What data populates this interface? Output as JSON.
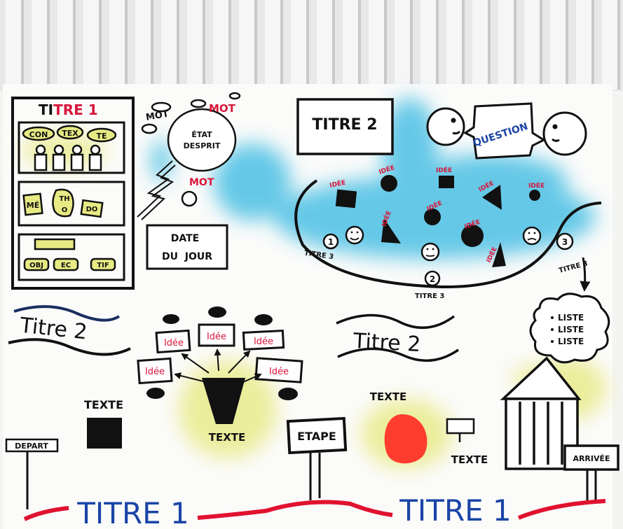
{
  "colors": {
    "ink": "#111111",
    "red": "#d8163a",
    "blue": "#1a44a6",
    "cyan": "#4cc0e4",
    "yellow": "#e7ea83",
    "paper": "#fbfbfa",
    "radiator": "#e6e6e6"
  },
  "panel_top_left": {
    "title_black": "TI",
    "title_red": "TRE 1",
    "group1": [
      "CON",
      "TEX",
      "TE"
    ],
    "group2": [
      "MÉ",
      "TH",
      "O",
      "DO"
    ],
    "group3": [
      "OBJ",
      "EC",
      "TIF"
    ]
  },
  "mind_bubble": {
    "words": [
      "MOT",
      "MOT",
      "MOT"
    ],
    "line1": "ÉTAT",
    "line2": "DESPRIT"
  },
  "date_box": {
    "line1": "DATE",
    "line2": "DU  JOUR"
  },
  "panel_top_right": {
    "title": "TITRE 2",
    "question": "QUESTION",
    "idea_label": "IDÉE",
    "titre3_left": "TITRE 3",
    "titre3_mid": "TITRE 3",
    "titre3_right": "TITRE 3",
    "num1": "1",
    "num2": "2",
    "num3": "3"
  },
  "bottom_left": {
    "titre2": "Titre 2",
    "texte": "TEXTE",
    "depart": "DEPART"
  },
  "bottom_center": {
    "idea": "Idée",
    "texte": "TEXTE",
    "etape": "ETAPE"
  },
  "bottom_right": {
    "titre2": "Titre 2",
    "texte_top": "TEXTE",
    "texte_side": "TEXTE",
    "liste": [
      "LISTE",
      "LISTE",
      "LISTE"
    ],
    "arrivee": "ARRIVÉE"
  },
  "footer": {
    "left": "TITRE 1",
    "right": "TITRE 1"
  }
}
